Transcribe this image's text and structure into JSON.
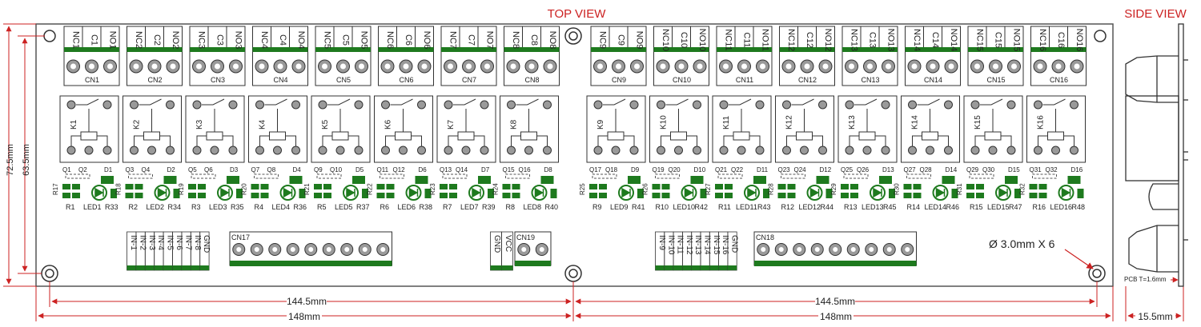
{
  "view_labels": {
    "top": "TOP VIEW",
    "side": "SIDE VIEW"
  },
  "colors": {
    "board_green": "#1e7a1e",
    "dim_red": "#cc2222",
    "pad_gray": "#9a9a9a",
    "outline": "#555555"
  },
  "relay_channels": [
    {
      "terminals": [
        "NC1",
        "C1",
        "NO1"
      ],
      "connector": "CN1",
      "relay": "K1",
      "transistors": [
        "Q1",
        "Q2"
      ],
      "diode": "D1",
      "r_side": "R17",
      "r_bottom": "R1",
      "led": "LED1",
      "r_led": "R33"
    },
    {
      "terminals": [
        "NC2",
        "C2",
        "NO2"
      ],
      "connector": "CN2",
      "relay": "K2",
      "transistors": [
        "Q3",
        "Q4"
      ],
      "diode": "D2",
      "r_side": "R18",
      "r_bottom": "R2",
      "led": "LED2",
      "r_led": "R34"
    },
    {
      "terminals": [
        "NC3",
        "C3",
        "NO3"
      ],
      "connector": "CN3",
      "relay": "K3",
      "transistors": [
        "Q5",
        "Q6"
      ],
      "diode": "D3",
      "r_side": "R19",
      "r_bottom": "R3",
      "led": "LED3",
      "r_led": "R35"
    },
    {
      "terminals": [
        "NC4",
        "C4",
        "NO4"
      ],
      "connector": "CN4",
      "relay": "K4",
      "transistors": [
        "Q7",
        "Q8"
      ],
      "diode": "D4",
      "r_side": "R20",
      "r_bottom": "R4",
      "led": "LED4",
      "r_led": "R36"
    },
    {
      "terminals": [
        "NC5",
        "C5",
        "NO5"
      ],
      "connector": "CN5",
      "relay": "K5",
      "transistors": [
        "Q9",
        "Q10"
      ],
      "diode": "D5",
      "r_side": "R21",
      "r_bottom": "R5",
      "led": "LED5",
      "r_led": "R37"
    },
    {
      "terminals": [
        "NC6",
        "C6",
        "NO6"
      ],
      "connector": "CN6",
      "relay": "K6",
      "transistors": [
        "Q11",
        "Q12"
      ],
      "diode": "D6",
      "r_side": "R22",
      "r_bottom": "R6",
      "led": "LED6",
      "r_led": "R38"
    },
    {
      "terminals": [
        "NC7",
        "C7",
        "NO7"
      ],
      "connector": "CN7",
      "relay": "K7",
      "transistors": [
        "Q13",
        "Q14"
      ],
      "diode": "D7",
      "r_side": "R23",
      "r_bottom": "R7",
      "led": "LED7",
      "r_led": "R39"
    },
    {
      "terminals": [
        "NC8",
        "C8",
        "NO8"
      ],
      "connector": "CN8",
      "relay": "K8",
      "transistors": [
        "Q15",
        "Q16"
      ],
      "diode": "D8",
      "r_side": "R24",
      "r_bottom": "R8",
      "led": "LED8",
      "r_led": "R40"
    },
    {
      "terminals": [
        "NC9",
        "C9",
        "NO9"
      ],
      "connector": "CN9",
      "relay": "K9",
      "transistors": [
        "Q17",
        "Q18"
      ],
      "diode": "D9",
      "r_side": "R25",
      "r_bottom": "R9",
      "led": "LED9",
      "r_led": "R41"
    },
    {
      "terminals": [
        "NC10",
        "C10",
        "NO10"
      ],
      "connector": "CN10",
      "relay": "K10",
      "transistors": [
        "Q19",
        "Q20"
      ],
      "diode": "D10",
      "r_side": "R26",
      "r_bottom": "R10",
      "led": "LED10",
      "r_led": "R42"
    },
    {
      "terminals": [
        "NC11",
        "C11",
        "NO11"
      ],
      "connector": "CN11",
      "relay": "K11",
      "transistors": [
        "Q21",
        "Q22"
      ],
      "diode": "D11",
      "r_side": "R27",
      "r_bottom": "R11",
      "led": "LED11",
      "r_led": "R43"
    },
    {
      "terminals": [
        "NC12",
        "C12",
        "NO12"
      ],
      "connector": "CN12",
      "relay": "K12",
      "transistors": [
        "Q23",
        "Q24"
      ],
      "diode": "D12",
      "r_side": "R28",
      "r_bottom": "R12",
      "led": "LED12",
      "r_led": "R44"
    },
    {
      "terminals": [
        "NC13",
        "C13",
        "NO13"
      ],
      "connector": "CN13",
      "relay": "K13",
      "transistors": [
        "Q25",
        "Q26"
      ],
      "diode": "D13",
      "r_side": "R29",
      "r_bottom": "R13",
      "led": "LED13",
      "r_led": "R45"
    },
    {
      "terminals": [
        "NC14",
        "C14",
        "NO14"
      ],
      "connector": "CN14",
      "relay": "K14",
      "transistors": [
        "Q27",
        "Q28"
      ],
      "diode": "D14",
      "r_side": "R30",
      "r_bottom": "R14",
      "led": "LED14",
      "r_led": "R46"
    },
    {
      "terminals": [
        "NC15",
        "C15",
        "NO15"
      ],
      "connector": "CN15",
      "relay": "K15",
      "transistors": [
        "Q29",
        "Q30"
      ],
      "diode": "D15",
      "r_side": "R31",
      "r_bottom": "R15",
      "led": "LED15",
      "r_led": "R47"
    },
    {
      "terminals": [
        "NC16",
        "C16",
        "NO16"
      ],
      "connector": "CN16",
      "relay": "K16",
      "transistors": [
        "Q31",
        "Q32"
      ],
      "diode": "D16",
      "r_side": "R32",
      "r_bottom": "R16",
      "led": "LED16",
      "r_led": "R48"
    }
  ],
  "input_blocks": [
    {
      "connector": "CN17",
      "pins": [
        "IN-1",
        "IN-2",
        "IN-3",
        "IN-4",
        "IN-5",
        "IN-6",
        "IN-7",
        "IN-8",
        "GND"
      ]
    },
    {
      "connector": "CN19",
      "pins": [
        "GND",
        "VCC"
      ]
    },
    {
      "connector": "CN18",
      "pins": [
        "IN-9",
        "IN-10",
        "IN-11",
        "IN-12",
        "IN-13",
        "IN-14",
        "IN-15",
        "IN-16",
        "GND"
      ]
    }
  ],
  "mounting_hole_note": "Ø 3.0mm X 6",
  "dimensions": {
    "height_outer": "72.5mm",
    "height_inner": "63.5mm",
    "half_span_left": "144.5mm",
    "half_span_right": "144.5mm",
    "total_left": "148mm",
    "total_right": "148mm",
    "side_depth": "15.5mm",
    "pcb_thickness": "PCB T=1.6mm"
  }
}
